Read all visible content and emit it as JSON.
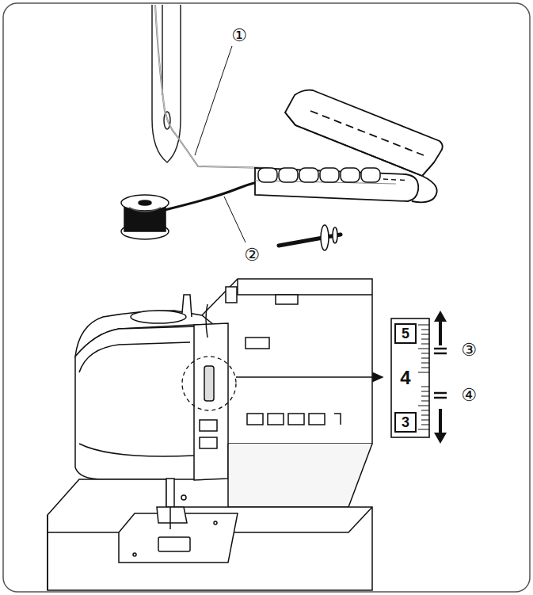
{
  "diagram": {
    "nodes": [
      {
        "text": [
          "5"
        ]
      },
      {
        "text": [
          "3"
        ]
      }
    ],
    "labels": [
      "①",
      "②",
      "4",
      "③",
      "④"
    ]
  }
}
